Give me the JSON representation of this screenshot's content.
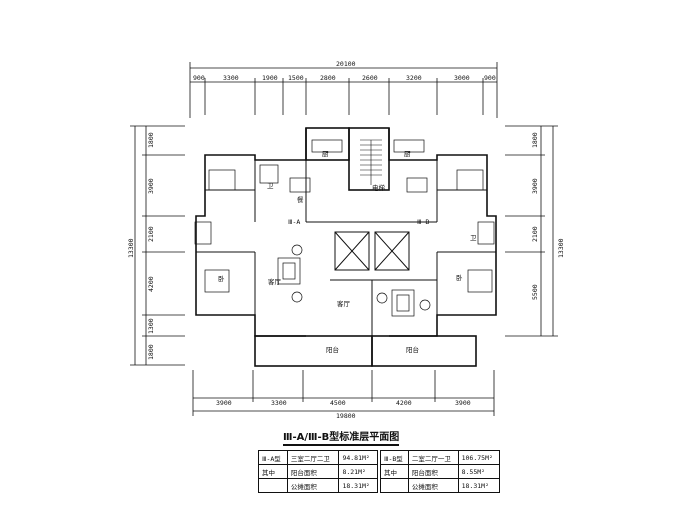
{
  "title": "Ⅲ-A/Ⅲ-B型标准层平面图",
  "dims_top": {
    "total": "20100",
    "segments": [
      "900",
      "3300",
      "1900",
      "1500",
      "2800",
      "2600",
      "3200",
      "3000",
      "900"
    ]
  },
  "dims_bottom": {
    "total": "19800",
    "segments": [
      "3900",
      "3300",
      "4500",
      "4200",
      "3900"
    ]
  },
  "dims_left": {
    "total": "13300",
    "segments": [
      "1800",
      "3900",
      "2100",
      "4200",
      "1300",
      "1800"
    ]
  },
  "dims_right": {
    "total": "13300",
    "segments": [
      "1800",
      "3900",
      "2100",
      "5500"
    ]
  },
  "unit_labels": [
    "Ⅲ-A",
    "Ⅲ-B"
  ],
  "room_labels": [
    "卧",
    "卧",
    "卫",
    "卫",
    "厨",
    "厨",
    "客厅",
    "客厅",
    "餐",
    "阳台",
    "阳台",
    "电梯"
  ],
  "table_a": {
    "rows": [
      [
        "Ⅲ-A型",
        "三室二厅二卫",
        "94.81M²"
      ],
      [
        "其中",
        "阳台面积",
        "8.21M²"
      ],
      [
        "",
        "公摊面积",
        "18.31M²"
      ]
    ]
  },
  "table_b": {
    "rows": [
      [
        "Ⅲ-B型",
        "二室二厅一卫",
        "106.75M²"
      ],
      [
        "其中",
        "阳台面积",
        "8.55M²"
      ],
      [
        "",
        "公摊面积",
        "18.31M²"
      ]
    ]
  }
}
